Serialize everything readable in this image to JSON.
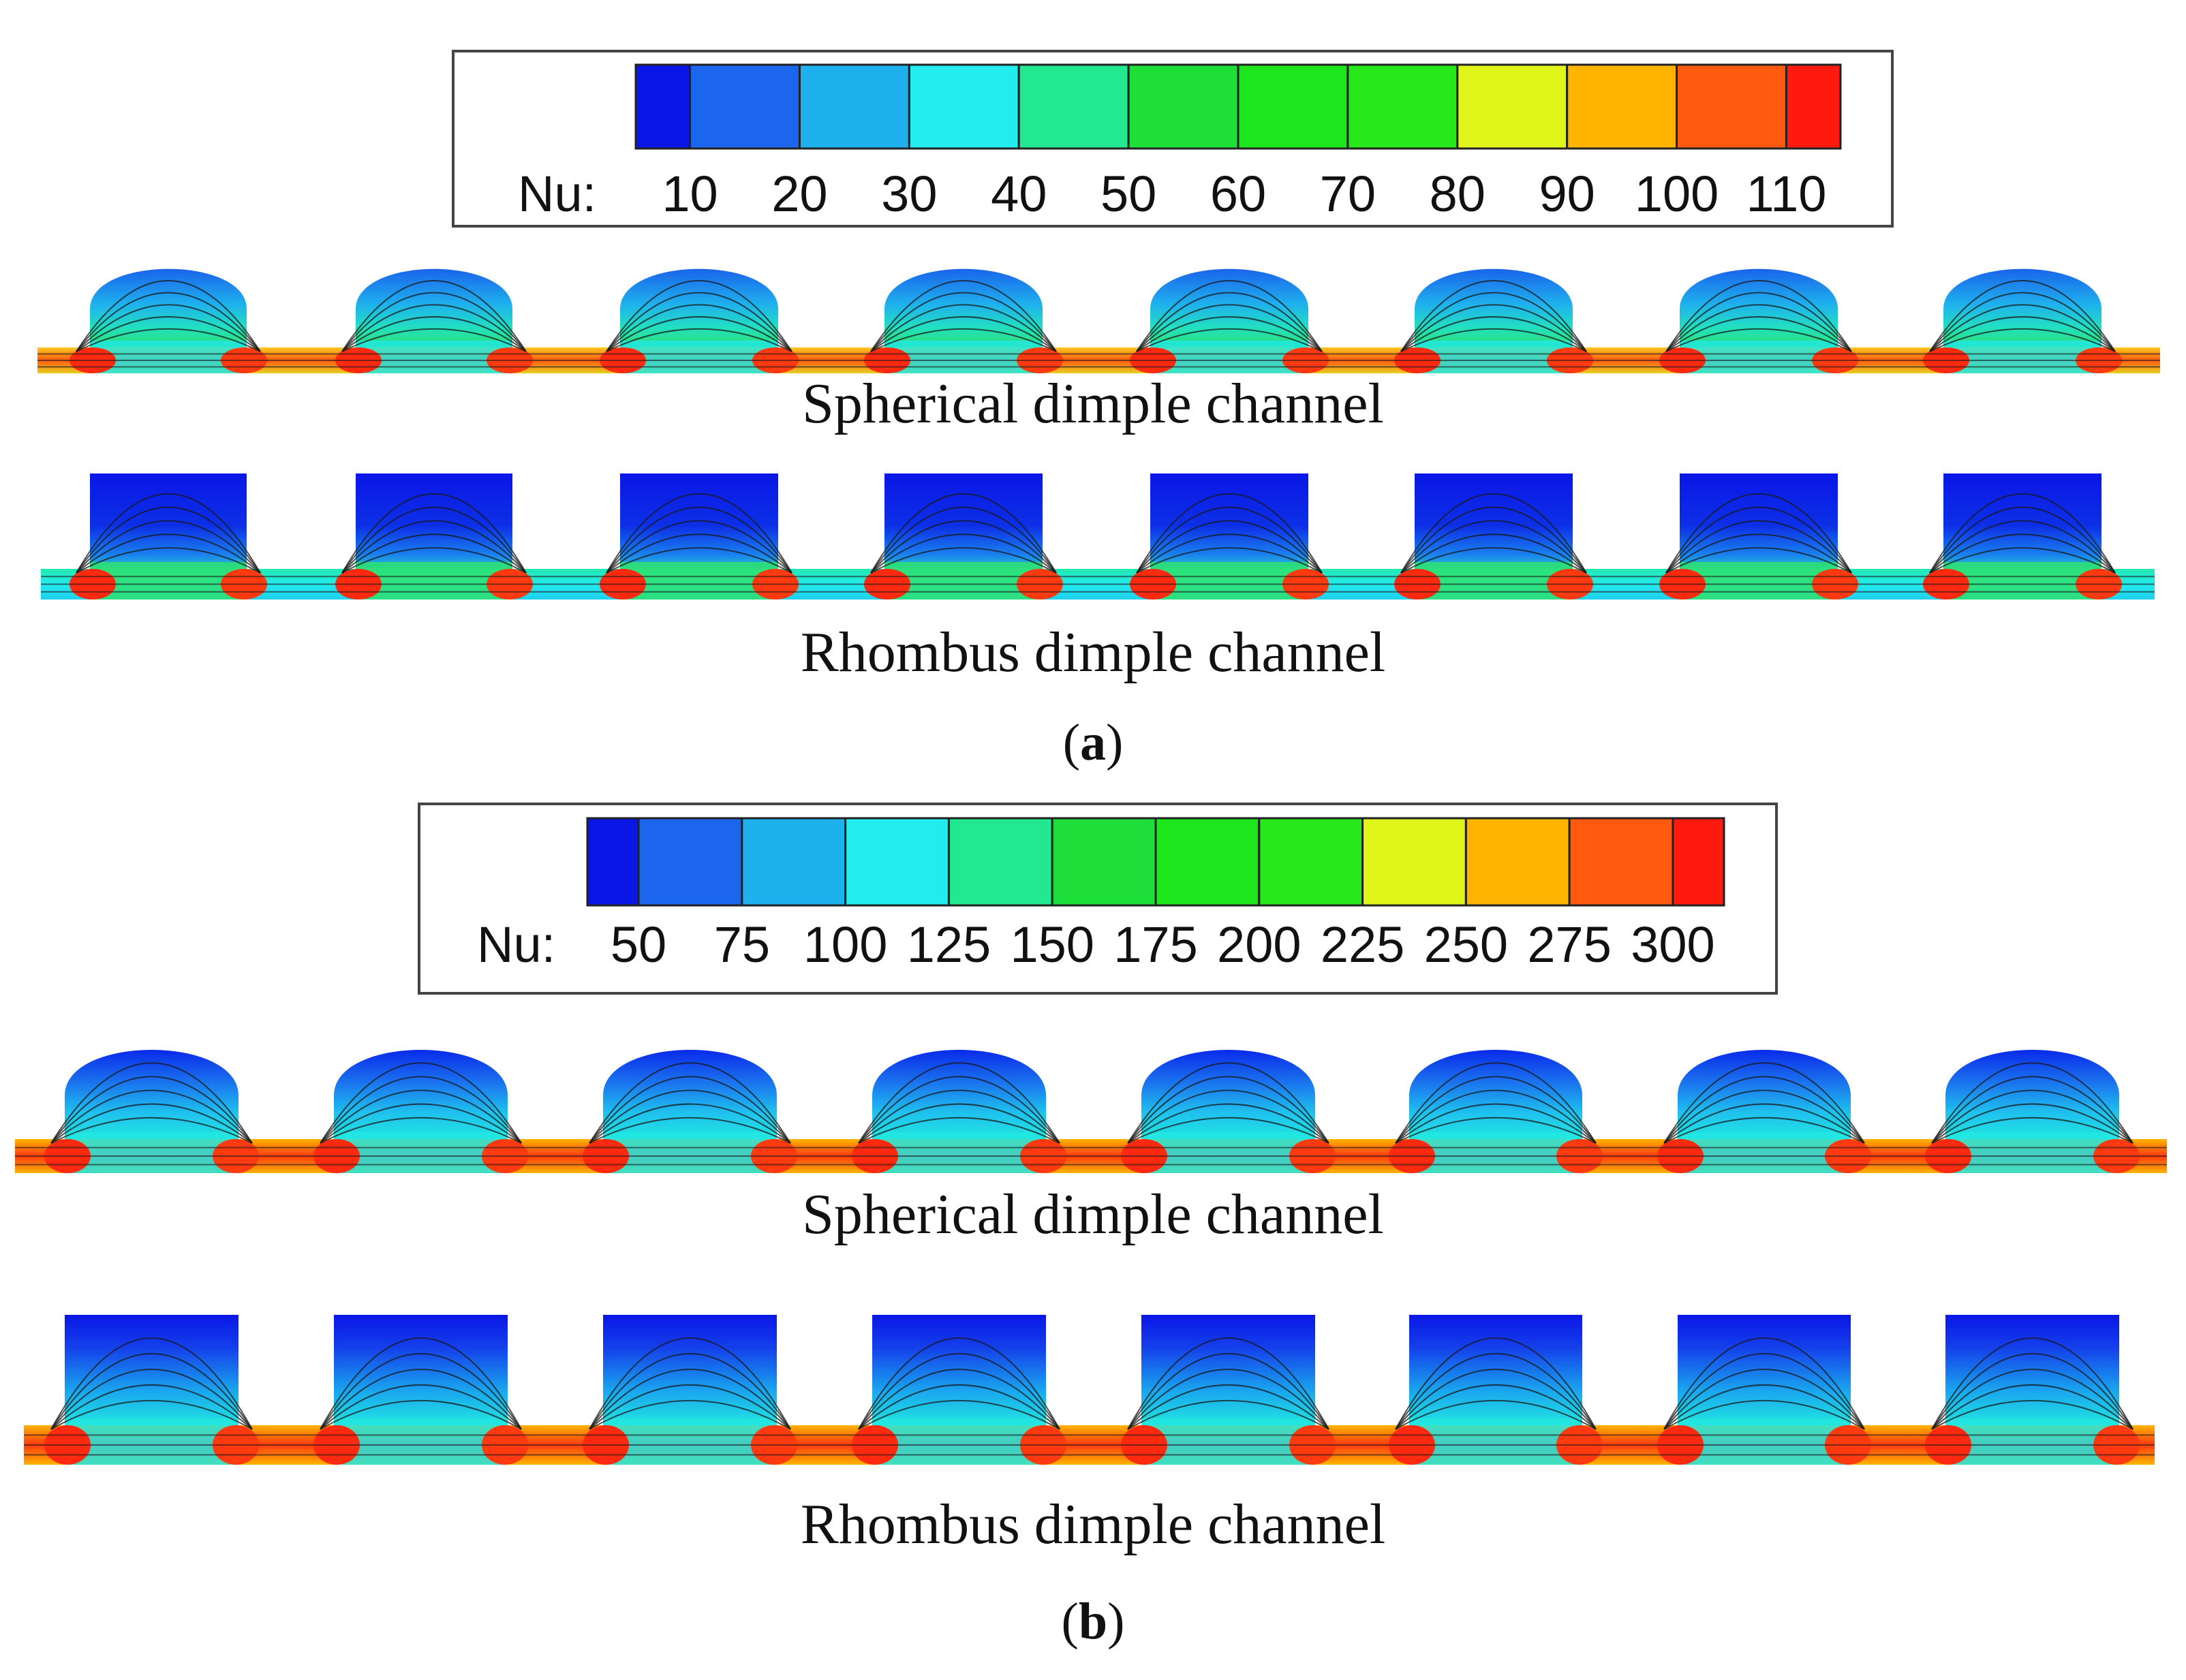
{
  "colormap": [
    "#0a16e6",
    "#1c66ee",
    "#1fb0ee",
    "#22ecee",
    "#22e890",
    "#1ede3a",
    "#1ee61c",
    "#26e81a",
    "#e0f51a",
    "#ffb400",
    "#ff5a10",
    "#ff1a10"
  ],
  "panels": [
    {
      "label_open": "(",
      "label_letter": "a",
      "label_close": ")",
      "legend": {
        "prefix": "Nu:",
        "ticks": [
          "10",
          "20",
          "30",
          "40",
          "50",
          "60",
          "70",
          "80",
          "90",
          "100",
          "110"
        ]
      },
      "channels": [
        {
          "shape": "spherical",
          "caption": "Spherical dimple channel"
        },
        {
          "shape": "rhombus",
          "caption": "Rhombus dimple channel"
        }
      ]
    },
    {
      "label_open": "(",
      "label_letter": "b",
      "label_close": ")",
      "legend": {
        "prefix": "Nu:",
        "ticks": [
          "50",
          "75",
          "100",
          "125",
          "150",
          "175",
          "200",
          "225",
          "250",
          "275",
          "300"
        ]
      },
      "channels": [
        {
          "shape": "spherical",
          "caption": "Spherical dimple channel"
        },
        {
          "shape": "rhombus",
          "caption": "Rhombus dimple channel"
        }
      ]
    }
  ]
}
